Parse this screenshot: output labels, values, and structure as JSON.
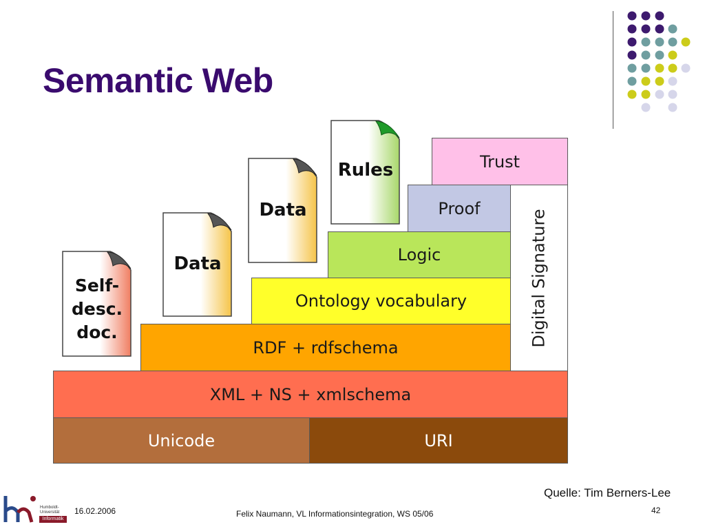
{
  "slide": {
    "title": "Semantic Web",
    "source": "Quelle: Tim Berners-Lee",
    "date": "16.02.2006",
    "author_course": "Felix Naumann, VL Informationsintegration, WS 05/06",
    "page_number": "42"
  },
  "logo": {
    "line1": "Humboldt-",
    "line2": "Universität",
    "box_label": "Informatik"
  },
  "diagram": {
    "layers": {
      "unicode": "Unicode",
      "uri": "URI",
      "xml": "XML + NS + xmlschema",
      "rdf": "RDF + rdfschema",
      "ontology": "Ontology vocabulary",
      "logic": "Logic",
      "proof": "Proof",
      "trust": "Trust",
      "signature": "Digital Signature"
    },
    "documents": {
      "self_desc_line1": "Self-",
      "self_desc_line2": "desc.",
      "self_desc_line3": "doc.",
      "data1": "Data",
      "data2": "Data",
      "rules": "Rules"
    }
  },
  "colors": {
    "title": "#3a0b6e",
    "unicode": "#b36e3c",
    "uri": "#8b4a0c",
    "xml": "#ff6e50",
    "rdf": "#ffa500",
    "ontology": "#ffff2a",
    "logic": "#b9e65a",
    "proof": "#c2c8e4",
    "trust": "#ffc0e8",
    "dot_purple": "#3d1a6e",
    "dot_teal": "#6f9ea0",
    "dot_yellow": "#cccc1a",
    "dot_lavender": "#d6d6ea"
  }
}
